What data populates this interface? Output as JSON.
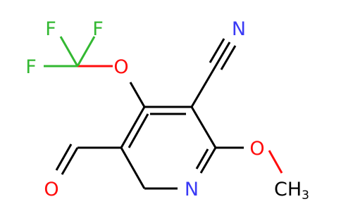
{
  "molecule": {
    "atoms": {
      "f_top_left": "F",
      "f_top_right": "F",
      "f_left": "F",
      "o_ether_top": "O",
      "n_nitrile": "N",
      "n_ring": "N",
      "o_methoxy": "O",
      "c_methyl": "C",
      "h_methyl": "H",
      "methyl_count": "3",
      "o_aldehyde": "O"
    }
  },
  "colors": {
    "carbon": "#000000",
    "nitrogen": "#3a3af5",
    "oxygen": "#ff0d0d",
    "fluorine": "#33b832"
  }
}
